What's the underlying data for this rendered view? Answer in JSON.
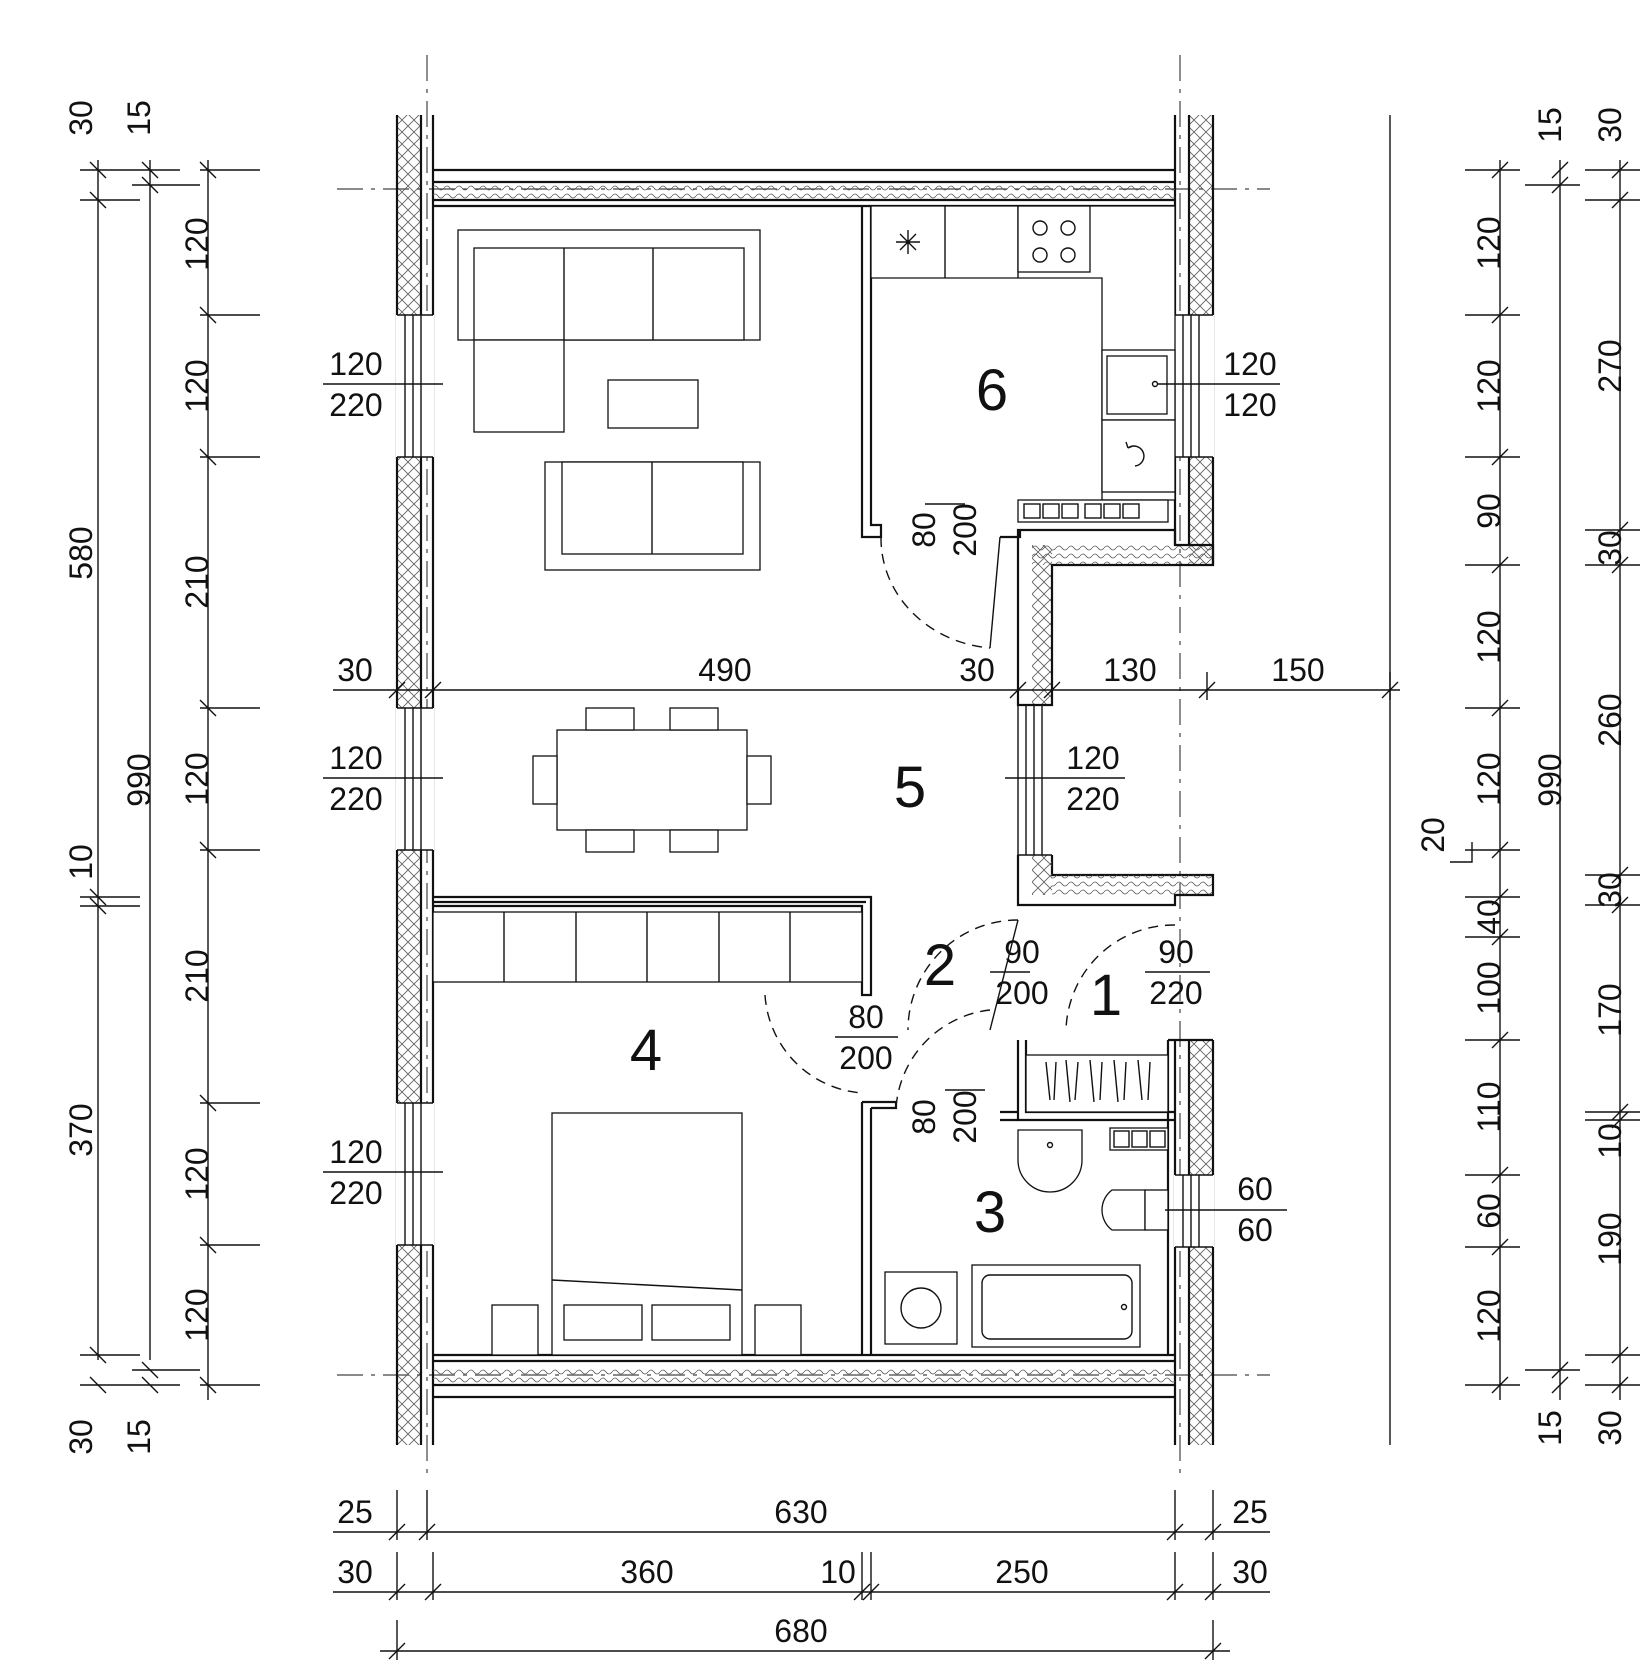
{
  "rooms": [
    "1",
    "2",
    "3",
    "4",
    "5",
    "6"
  ],
  "openings": {
    "livingroom_window": [
      "120",
      "220"
    ],
    "kitchen_window": [
      "120",
      "120"
    ],
    "kitchen_door": [
      "80",
      "200"
    ],
    "dining_window_left": [
      "120",
      "220"
    ],
    "dining_window_right": [
      "120",
      "220"
    ],
    "hall_door": [
      "90",
      "200"
    ],
    "entrance_door": [
      "90",
      "220"
    ],
    "bedroom_door": [
      "80",
      "200"
    ],
    "bathroom_door": [
      "80",
      "200"
    ],
    "bedroom_window": [
      "120",
      "220"
    ],
    "bathroom_window": [
      "60",
      "60"
    ]
  },
  "dimensions": {
    "left_outer": [
      "30",
      "15",
      "15",
      "30"
    ],
    "left_overall": [
      "580",
      "10",
      "370"
    ],
    "left_total": "990",
    "left_inner": [
      "120",
      "120",
      "210",
      "120",
      "210",
      "120",
      "120"
    ],
    "middle_row": [
      "30",
      "490",
      "30",
      "130",
      "150"
    ],
    "bottom_row1": [
      "25",
      "630",
      "25"
    ],
    "bottom_row2": [
      "30",
      "360",
      "10",
      "250",
      "30"
    ],
    "bottom_total": "680",
    "right_outer": [
      "15",
      "30",
      "15",
      "30"
    ],
    "right_inner": [
      "120",
      "120",
      "90",
      "120",
      "120",
      "20",
      "40",
      "100",
      "110",
      "60",
      "120"
    ],
    "right_total": "990",
    "right_second": [
      "270",
      "30",
      "260",
      "30",
      "170",
      "10",
      "190"
    ]
  }
}
